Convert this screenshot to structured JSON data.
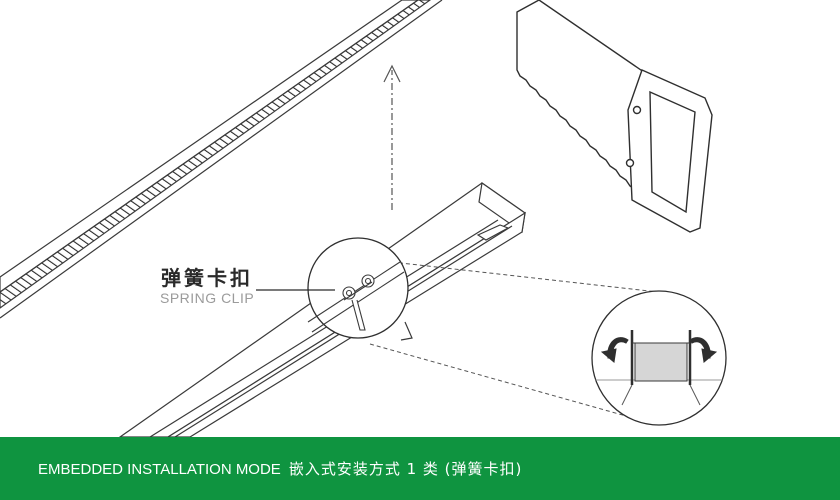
{
  "callout": {
    "label_cn": "弹簧卡扣",
    "label_en": "SPRING CLIP"
  },
  "caption": {
    "english": "EMBEDDED INSTALLATION MODE",
    "chinese": "嵌入式安装方式 1 类 (弹簧卡扣)"
  },
  "colors": {
    "caption_bg": "#0f9440",
    "line": "#3a3a3a",
    "dashed": "#555555",
    "fill_grey": "#d6d6d6"
  },
  "icons": [
    "saw-icon",
    "rotate-arrow-icon",
    "up-arrow-icon"
  ]
}
